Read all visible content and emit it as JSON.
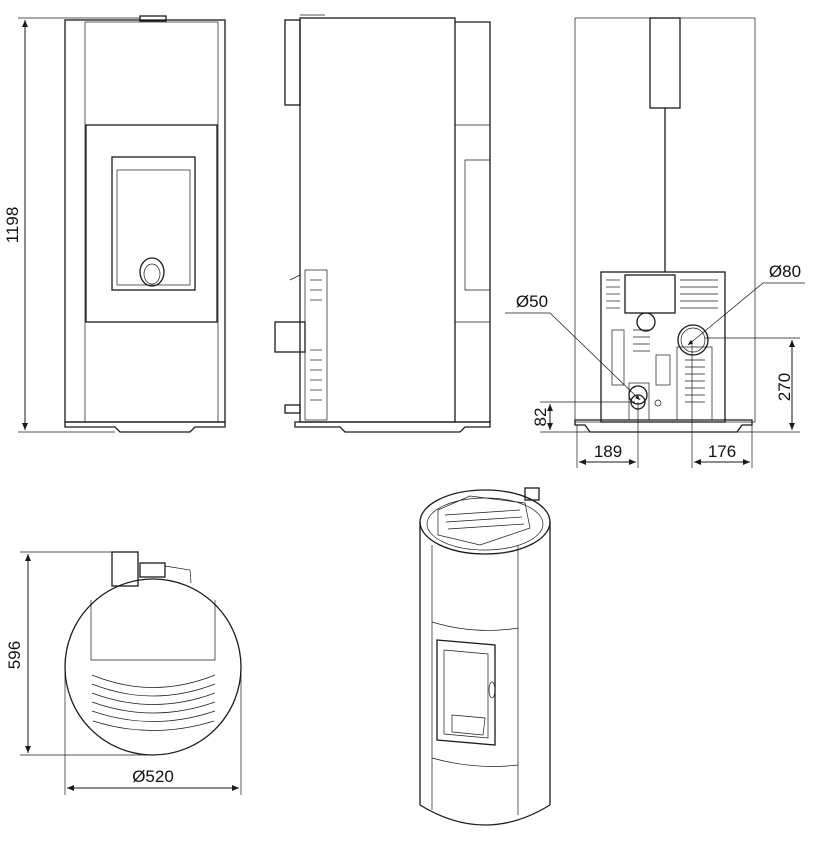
{
  "dimensions": {
    "height": "1198",
    "flue_diameter": "Ø80",
    "air_inlet_diameter": "Ø50",
    "air_inlet_height": "82",
    "flue_height": "270",
    "air_inlet_offset": "189",
    "flue_offset": "176",
    "depth": "596",
    "diameter": "Ø520"
  },
  "colors": {
    "line": "#1a1a1a",
    "background": "#ffffff"
  }
}
